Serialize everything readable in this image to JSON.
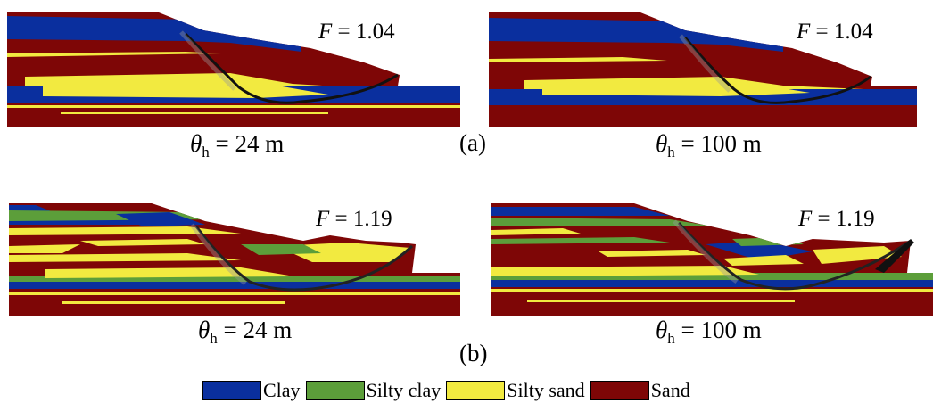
{
  "panels": {
    "a_left": {
      "f_symbol": "F",
      "f_value": "= 1.04",
      "theta_symbol": "θ",
      "theta_sub": "h",
      "theta_value": "= 24 m"
    },
    "a_right": {
      "f_symbol": "F",
      "f_value": "= 1.04",
      "theta_symbol": "θ",
      "theta_sub": "h",
      "theta_value": "= 100 m"
    },
    "b_left": {
      "f_symbol": "F",
      "f_value": "= 1.19",
      "theta_symbol": "θ",
      "theta_sub": "h",
      "theta_value": "= 24 m"
    },
    "b_right": {
      "f_symbol": "F",
      "f_value": "= 1.19",
      "theta_symbol": "θ",
      "theta_sub": "h",
      "theta_value": "= 100 m"
    }
  },
  "row_tags": {
    "a": "(a)",
    "b": "(b)"
  },
  "legend": [
    {
      "label": "Clay",
      "color": "#0a2f9e"
    },
    {
      "label": "Silty clay",
      "color": "#5c9e3a"
    },
    {
      "label": "Silty sand",
      "color": "#f2ea40"
    },
    {
      "label": "Sand",
      "color": "#7e0606"
    }
  ]
}
